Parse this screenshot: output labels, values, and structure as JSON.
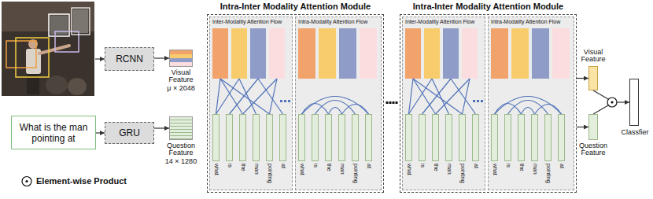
{
  "diagram": {
    "nodes": [
      {
        "text": [
          "RCNN"
        ]
      },
      {
        "text": [
          "Visual Feature",
          "μ × 2048"
        ]
      },
      {
        "text": [
          "What is the man pointing at"
        ]
      },
      {
        "text": [
          "GRU"
        ]
      },
      {
        "text": [
          "Question Feature",
          "14 × 1280"
        ]
      },
      {
        "text": [
          "Intra-Inter Modality Attention Module"
        ]
      },
      {
        "text": [
          "Inter-Modality Attention Flow"
        ],
        "in": 5
      },
      {
        "text": [
          "what"
        ],
        "in": 6
      },
      {
        "text": [
          "is"
        ],
        "in": 6
      },
      {
        "text": [
          "the"
        ],
        "in": 6
      },
      {
        "text": [
          "man"
        ],
        "in": 6
      },
      {
        "text": [
          "pointing"
        ],
        "in": 6
      },
      {
        "text": [
          "at"
        ],
        "in": 6
      },
      {
        "text": [
          "Intra-Modality Attention Flow"
        ],
        "in": 5
      },
      {
        "text": [
          "what"
        ],
        "in": 13
      },
      {
        "text": [
          "is"
        ],
        "in": 13
      },
      {
        "text": [
          "the"
        ],
        "in": 13
      },
      {
        "text": [
          "man"
        ],
        "in": 13
      },
      {
        "text": [
          "pointing"
        ],
        "in": 13
      },
      {
        "text": [
          "at"
        ],
        "in": 13
      },
      {
        "text": [
          "Intra-Inter Modality Attention Module"
        ]
      },
      {
        "text": [
          "Inter-Modality Attention Flow"
        ],
        "in": 20
      },
      {
        "text": [
          "what"
        ],
        "in": 21
      },
      {
        "text": [
          "is"
        ],
        "in": 21
      },
      {
        "text": [
          "the"
        ],
        "in": 21
      },
      {
        "text": [
          "man"
        ],
        "in": 21
      },
      {
        "text": [
          "pointing"
        ],
        "in": 21
      },
      {
        "text": [
          "at"
        ],
        "in": 21
      },
      {
        "text": [
          "Intra-Modality Attention Flow"
        ],
        "in": 20
      },
      {
        "text": [
          "what"
        ],
        "in": 28
      },
      {
        "text": [
          "is"
        ],
        "in": 28
      },
      {
        "text": [
          "the"
        ],
        "in": 28
      },
      {
        "text": [
          "man"
        ],
        "in": 28
      },
      {
        "text": [
          "pointing"
        ],
        "in": 28
      },
      {
        "text": [
          "at"
        ],
        "in": 28
      },
      {
        "text": [
          "Visual Feature"
        ]
      },
      {
        "text": [
          "Question Feature"
        ]
      },
      {
        "text": [
          "Classfier"
        ]
      }
    ],
    "edges": [
      {
        "from": 0,
        "to": 1,
        "arrow": "to"
      },
      {
        "from": 2,
        "to": 3,
        "arrow": "to"
      },
      {
        "from": 3,
        "to": 4,
        "arrow": "to"
      },
      {
        "from": 20,
        "to": 35,
        "arrow": "to"
      },
      {
        "from": 20,
        "to": 36,
        "arrow": "to"
      }
    ],
    "legend": [
      {
        "text": "Element-wise Product"
      }
    ]
  }
}
